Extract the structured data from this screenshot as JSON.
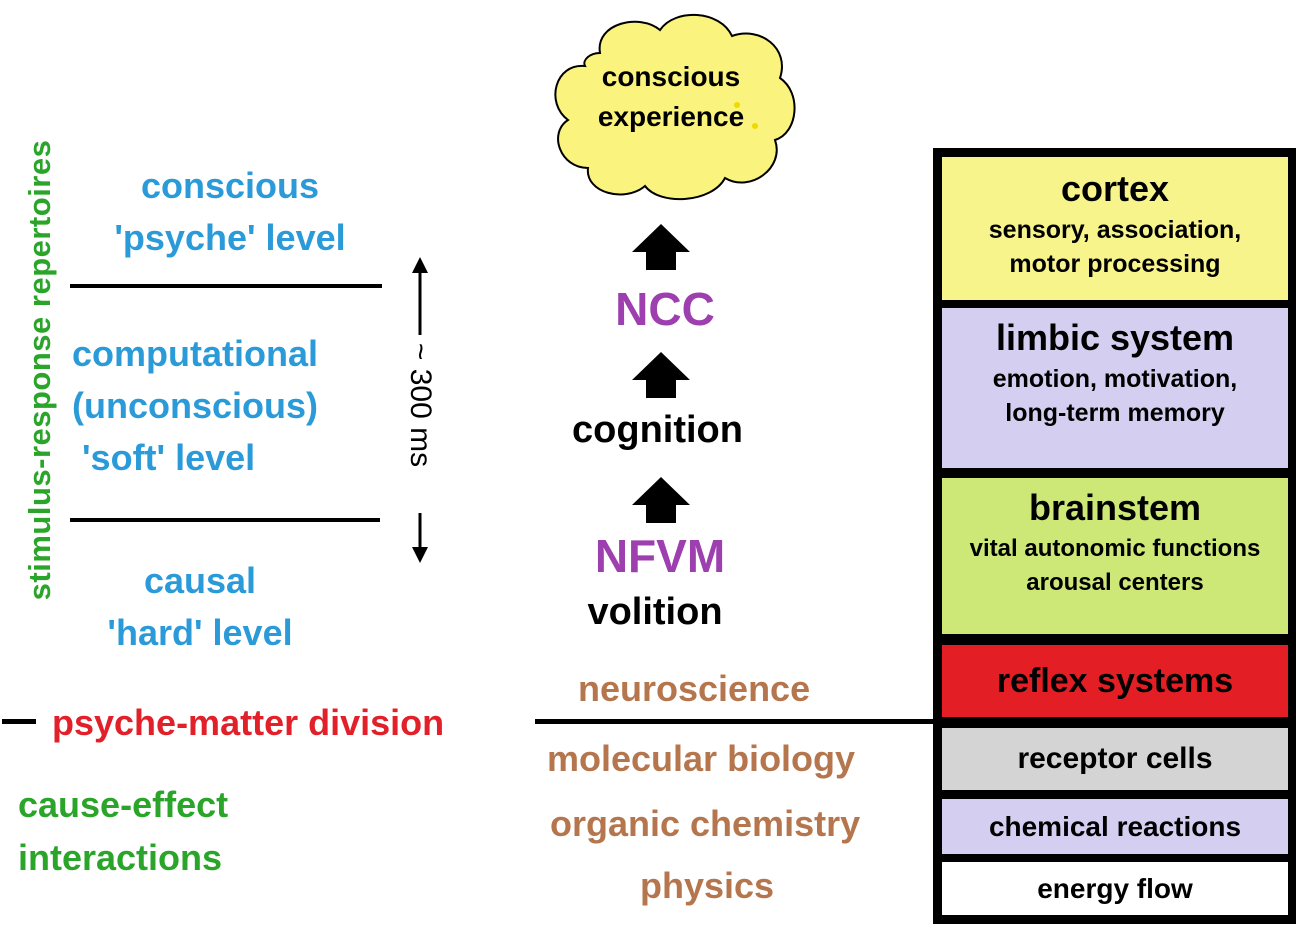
{
  "left_axis": {
    "vertical_label": "stimulus-response repertoires",
    "levels": {
      "conscious_line1": "conscious",
      "conscious_line2": "'psyche' level",
      "computational_line1": "computational",
      "computational_line2": "(unconscious)",
      "computational_line3": "'soft' level",
      "causal_line1": "causal",
      "causal_line2": "'hard' level"
    },
    "time_label": "~ 300 ms"
  },
  "division": {
    "label": "psyche-matter division",
    "cause_effect_line1": "cause-effect",
    "cause_effect_line2": "interactions"
  },
  "center_column": {
    "cloud_line1": "conscious",
    "cloud_line2": "experience",
    "ncc": "NCC",
    "cognition": "cognition",
    "nfvm": "NFVM",
    "volition": "volition"
  },
  "disciplines": [
    "neuroscience",
    "molecular biology",
    "organic chemistry",
    "physics"
  ],
  "brain_layers": [
    {
      "title": "cortex",
      "sub1": "sensory, association,",
      "sub2": "motor processing",
      "color": "#f7f48b"
    },
    {
      "title": "limbic system",
      "sub1": "emotion, motivation,",
      "sub2": "long-term memory",
      "color": "#d4cff0"
    },
    {
      "title": "brainstem",
      "sub1": "vital autonomic functions",
      "sub2": "arousal centers",
      "color": "#cde876"
    },
    {
      "title": "reflex systems",
      "color": "#e31e24"
    },
    {
      "title": "receptor cells",
      "color": "#d4d4d4"
    },
    {
      "title": "chemical reactions",
      "color": "#d4cff0"
    },
    {
      "title": "energy flow",
      "color": "#ffffff"
    }
  ],
  "colors": {
    "levels_text": "#2a9ad8",
    "side_text": "#2aa52a",
    "ncc_nfvm": "#9e3fb0",
    "disciplines": "#b5764d",
    "division": "#e2202a",
    "cloud_fill": "#faf37e"
  },
  "icons": [
    "up-arrow-icon",
    "down-arrow-icon",
    "block-up-arrow-icon",
    "cloud-shape"
  ]
}
